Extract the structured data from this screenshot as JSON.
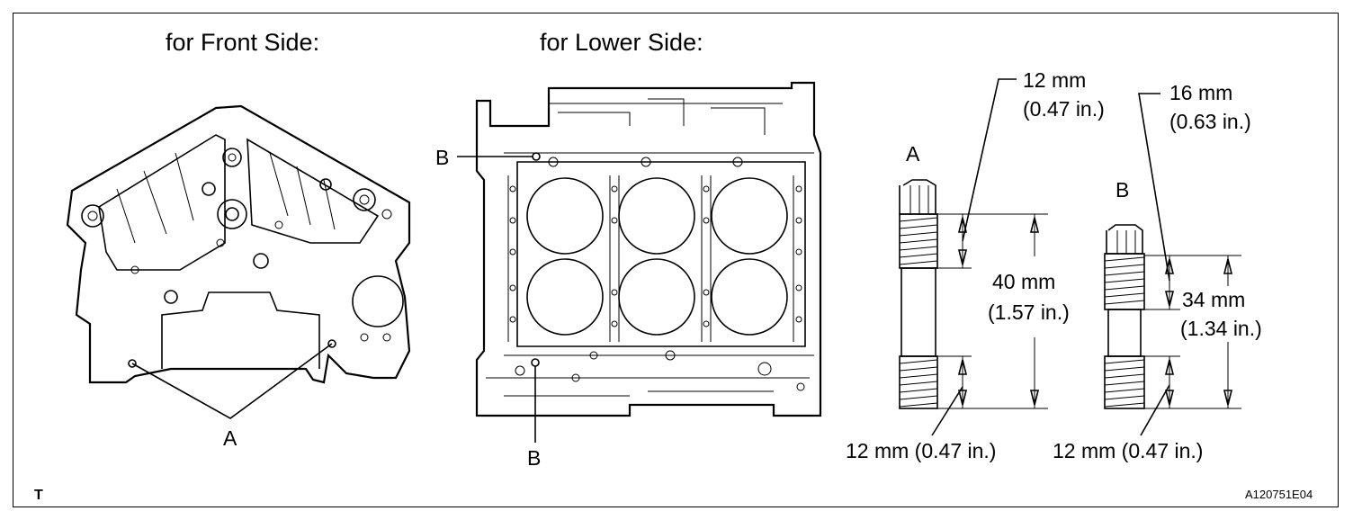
{
  "headings": {
    "front_side": "for Front Side:",
    "lower_side": "for Lower Side:"
  },
  "front_view": {
    "callout": "A"
  },
  "lower_view": {
    "callout_top": "B",
    "callout_bottom": "B"
  },
  "stud_a": {
    "label": "A",
    "top_thread_mm": "12 mm",
    "top_thread_in": "(0.47 in.)",
    "total_mm": "40 mm",
    "total_in": "(1.57 in.)",
    "bottom_thread": "12 mm (0.47 in.)"
  },
  "stud_b": {
    "label": "B",
    "top_thread_mm": "16 mm",
    "top_thread_in": "(0.63 in.)",
    "total_mm": "34 mm",
    "total_in": "(1.34 in.)",
    "bottom_thread": "12 mm (0.47 in.)"
  },
  "footer": {
    "left_mark": "T",
    "figure_id": "A120751E04"
  }
}
